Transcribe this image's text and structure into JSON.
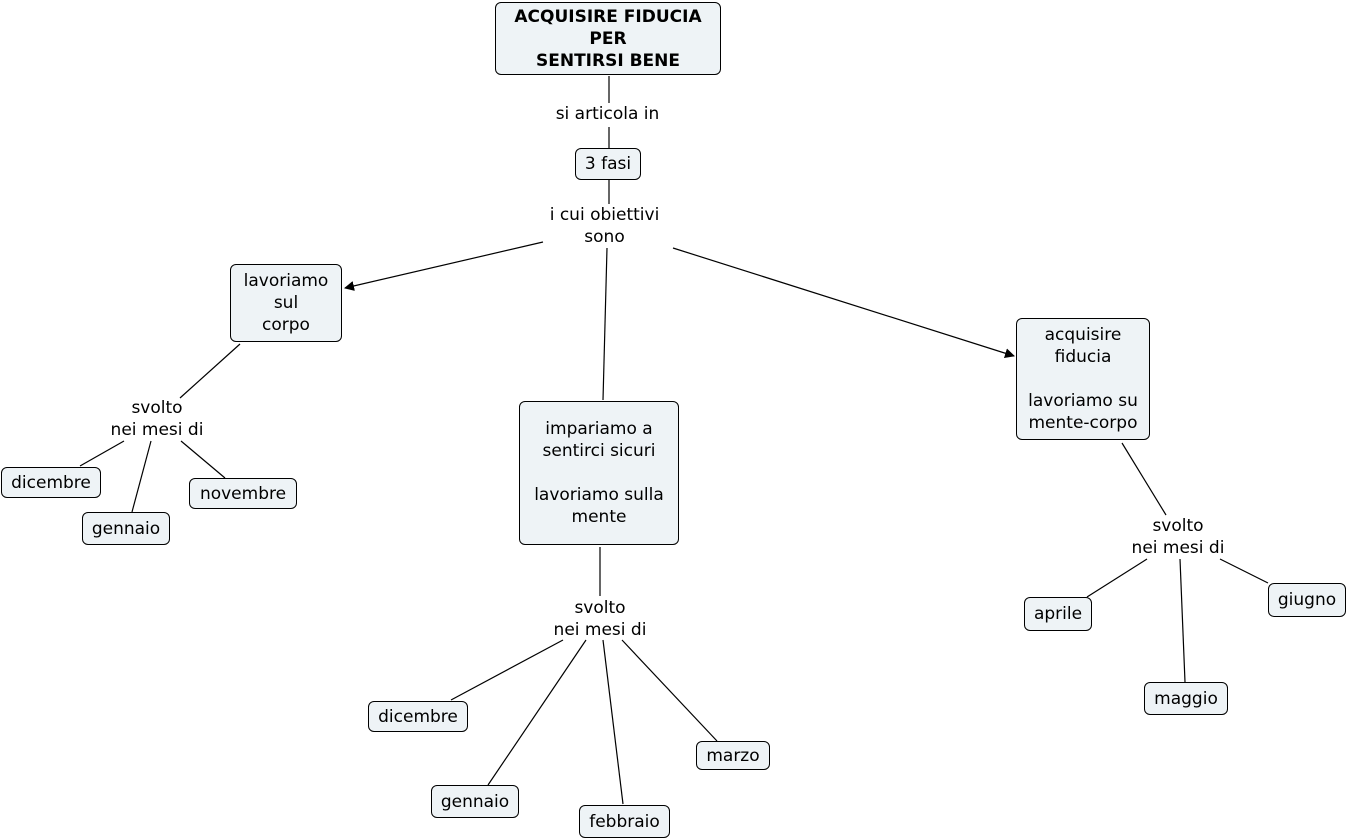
{
  "nodes": {
    "root": "ACQUISIRE FIDUCIA\nPER\nSENTIRSI BENE",
    "fasi": "3 fasi",
    "corpo": "lavoriamo\nsul\ncorpo",
    "mente": "impariamo a\nsentirci sicuri\n\nlavoriamo sulla\nmente",
    "mentecorpo": "acquisire\nfiducia\n\nlavoriamo su\nmente-corpo",
    "l_dicembre": "dicembre",
    "l_gennaio": "gennaio",
    "l_novembre": "novembre",
    "c_dicembre": "dicembre",
    "c_gennaio": "gennaio",
    "c_febbraio": "febbraio",
    "c_marzo": "marzo",
    "r_aprile": "aprile",
    "r_maggio": "maggio",
    "r_giugno": "giugno"
  },
  "links": {
    "articola": "si articola in",
    "obiettivi": "i cui obiettivi\nsono",
    "svolto_left": "svolto\nnei mesi di",
    "svolto_center": "svolto\nnei mesi di",
    "svolto_right": "svolto\nnei mesi di"
  }
}
